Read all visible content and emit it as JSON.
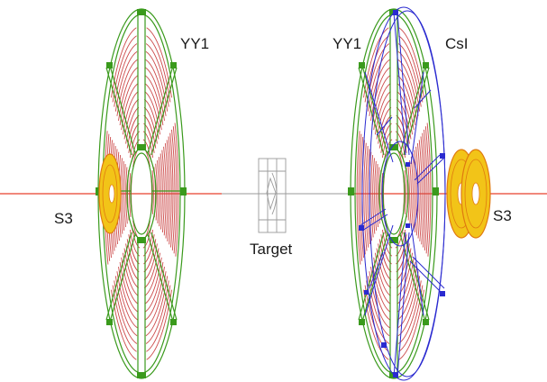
{
  "labels": {
    "yy1_left": "YY1",
    "s3_left": "S3",
    "target": "Target",
    "yy1_right": "YY1",
    "csi": "CsI",
    "s3_right": "S3"
  },
  "colors": {
    "beam_line": "#e8402c",
    "frame": "#3a9a1c",
    "strip": "#cc4a4a",
    "s3_fill": "#f2c418",
    "s3_edge": "#e07a10",
    "csi": "#2a2ad0",
    "target_frame": "#9a9a9a"
  }
}
